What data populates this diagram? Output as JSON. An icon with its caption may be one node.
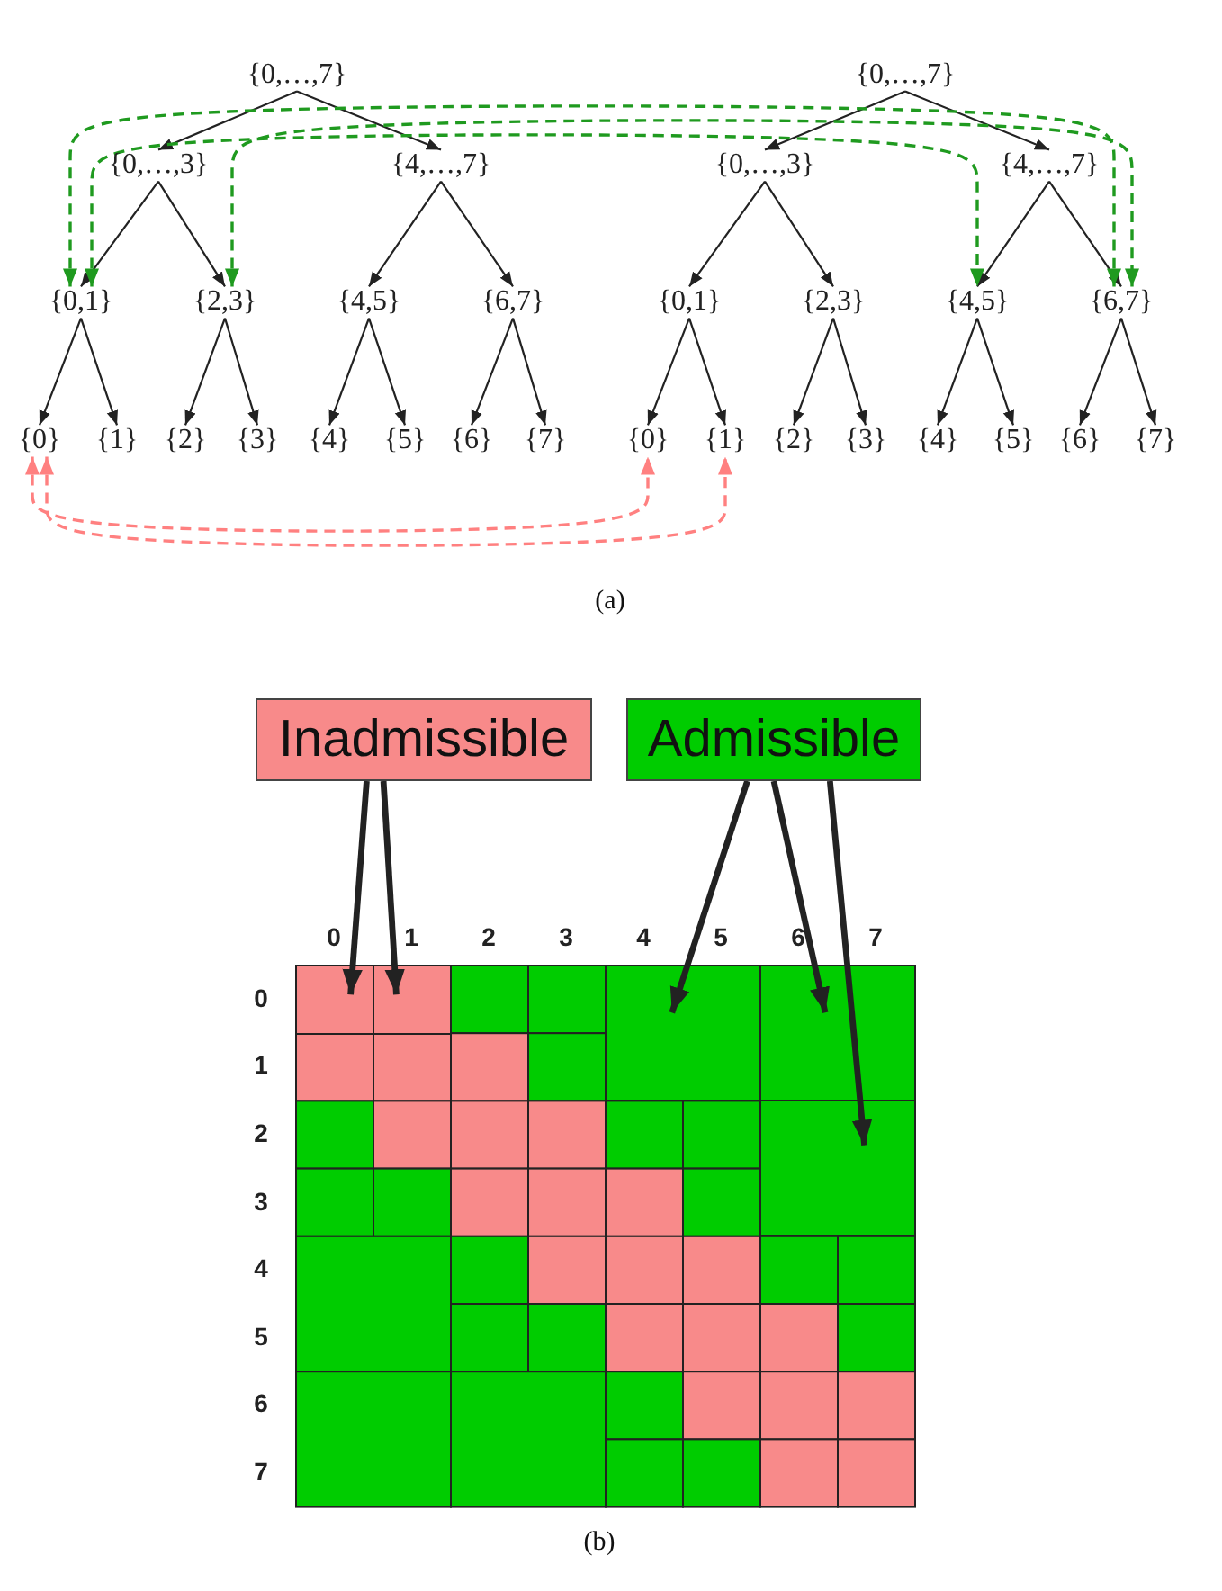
{
  "diagram": {
    "nodes": [
      {
        "text": [
          "{0,…,7}"
        ]
      },
      {
        "text": [
          "{0,…,7}"
        ]
      },
      {
        "text": [
          "{0,…,3}"
        ]
      },
      {
        "text": [
          "{4,…,7}"
        ]
      },
      {
        "text": [
          "{0,…,3}"
        ]
      },
      {
        "text": [
          "{4,…,7}"
        ]
      },
      {
        "text": [
          "{0,1}"
        ]
      },
      {
        "text": [
          "{2,3}"
        ]
      },
      {
        "text": [
          "{4,5}"
        ]
      },
      {
        "text": [
          "{6,7}"
        ]
      },
      {
        "text": [
          "{0,1}"
        ]
      },
      {
        "text": [
          "{2,3}"
        ]
      },
      {
        "text": [
          "{4,5}"
        ]
      },
      {
        "text": [
          "{6,7}"
        ]
      },
      {
        "text": [
          "{0}"
        ]
      },
      {
        "text": [
          "{1}"
        ]
      },
      {
        "text": [
          "{2}"
        ]
      },
      {
        "text": [
          "{3}"
        ]
      },
      {
        "text": [
          "{4}"
        ]
      },
      {
        "text": [
          "{5}"
        ]
      },
      {
        "text": [
          "{6}"
        ]
      },
      {
        "text": [
          "{7}"
        ]
      },
      {
        "text": [
          "{0}"
        ]
      },
      {
        "text": [
          "{1}"
        ]
      },
      {
        "text": [
          "{2}"
        ]
      },
      {
        "text": [
          "{3}"
        ]
      },
      {
        "text": [
          "{4}"
        ]
      },
      {
        "text": [
          "{5}"
        ]
      },
      {
        "text": [
          "{6}"
        ]
      },
      {
        "text": [
          "{7}"
        ]
      },
      {
        "text": [
          "Inadmissible"
        ]
      },
      {
        "text": [
          "Admissible"
        ]
      },
      {
        "text": [],
        "shape": "box"
      },
      {
        "text": [],
        "shape": "box"
      },
      {
        "text": [],
        "shape": "box"
      },
      {
        "text": [],
        "shape": "box"
      },
      {
        "text": [],
        "shape": "box"
      }
    ],
    "edges": [
      {
        "from": 0,
        "to": 2,
        "arrow": "to"
      },
      {
        "from": 0,
        "to": 3,
        "arrow": "to"
      },
      {
        "from": 1,
        "to": 4,
        "arrow": "to"
      },
      {
        "from": 1,
        "to": 5,
        "arrow": "to"
      },
      {
        "from": 2,
        "to": 6,
        "arrow": "to"
      },
      {
        "from": 2,
        "to": 7,
        "arrow": "to"
      },
      {
        "from": 3,
        "to": 8,
        "arrow": "to"
      },
      {
        "from": 3,
        "to": 9,
        "arrow": "to"
      },
      {
        "from": 4,
        "to": 10,
        "arrow": "to"
      },
      {
        "from": 4,
        "to": 11,
        "arrow": "to"
      },
      {
        "from": 5,
        "to": 12,
        "arrow": "to"
      },
      {
        "from": 5,
        "to": 13,
        "arrow": "to"
      },
      {
        "from": 6,
        "to": 14,
        "arrow": "to"
      },
      {
        "from": 6,
        "to": 15,
        "arrow": "to"
      },
      {
        "from": 7,
        "to": 16,
        "arrow": "to"
      },
      {
        "from": 7,
        "to": 17,
        "arrow": "to"
      },
      {
        "from": 8,
        "to": 18,
        "arrow": "to"
      },
      {
        "from": 8,
        "to": 19,
        "arrow": "to"
      },
      {
        "from": 9,
        "to": 20,
        "arrow": "to"
      },
      {
        "from": 9,
        "to": 21,
        "arrow": "to"
      },
      {
        "from": 10,
        "to": 22,
        "arrow": "to"
      },
      {
        "from": 10,
        "to": 23,
        "arrow": "to"
      },
      {
        "from": 11,
        "to": 24,
        "arrow": "to"
      },
      {
        "from": 11,
        "to": 25,
        "arrow": "to"
      },
      {
        "from": 12,
        "to": 26,
        "arrow": "to"
      },
      {
        "from": 12,
        "to": 27,
        "arrow": "to"
      },
      {
        "from": 13,
        "to": 28,
        "arrow": "to"
      },
      {
        "from": 13,
        "to": 29,
        "arrow": "to"
      },
      {
        "from": 6,
        "to": 13,
        "arrow": "both",
        "style": "dashed",
        "color": "#1f9a1f"
      },
      {
        "from": 7,
        "to": 13,
        "arrow": "both",
        "style": "dashed",
        "color": "#1f9a1f"
      },
      {
        "from": 6,
        "to": 12,
        "arrow": "both",
        "style": "dashed",
        "color": "#1f9a1f"
      },
      {
        "from": 14,
        "to": 22,
        "arrow": "both",
        "style": "dashed",
        "color": "#ff8080"
      },
      {
        "from": 14,
        "to": 23,
        "arrow": "both",
        "style": "dashed",
        "color": "#ff8080"
      },
      {
        "from": 30,
        "to": 32,
        "arrow": "to",
        "style": "thick"
      },
      {
        "from": 30,
        "to": 33,
        "arrow": "to",
        "style": "thick"
      },
      {
        "from": 31,
        "to": 34,
        "arrow": "to",
        "style": "thick"
      },
      {
        "from": 31,
        "to": 35,
        "arrow": "to",
        "style": "thick"
      },
      {
        "from": 31,
        "to": 36,
        "arrow": "to",
        "style": "thick"
      }
    ],
    "labels": [
      "(a)",
      "0",
      "1",
      "2",
      "3",
      "4",
      "5",
      "6",
      "7",
      "0",
      "1",
      "2",
      "3",
      "4",
      "5",
      "6",
      "7",
      "(b)"
    ]
  }
}
